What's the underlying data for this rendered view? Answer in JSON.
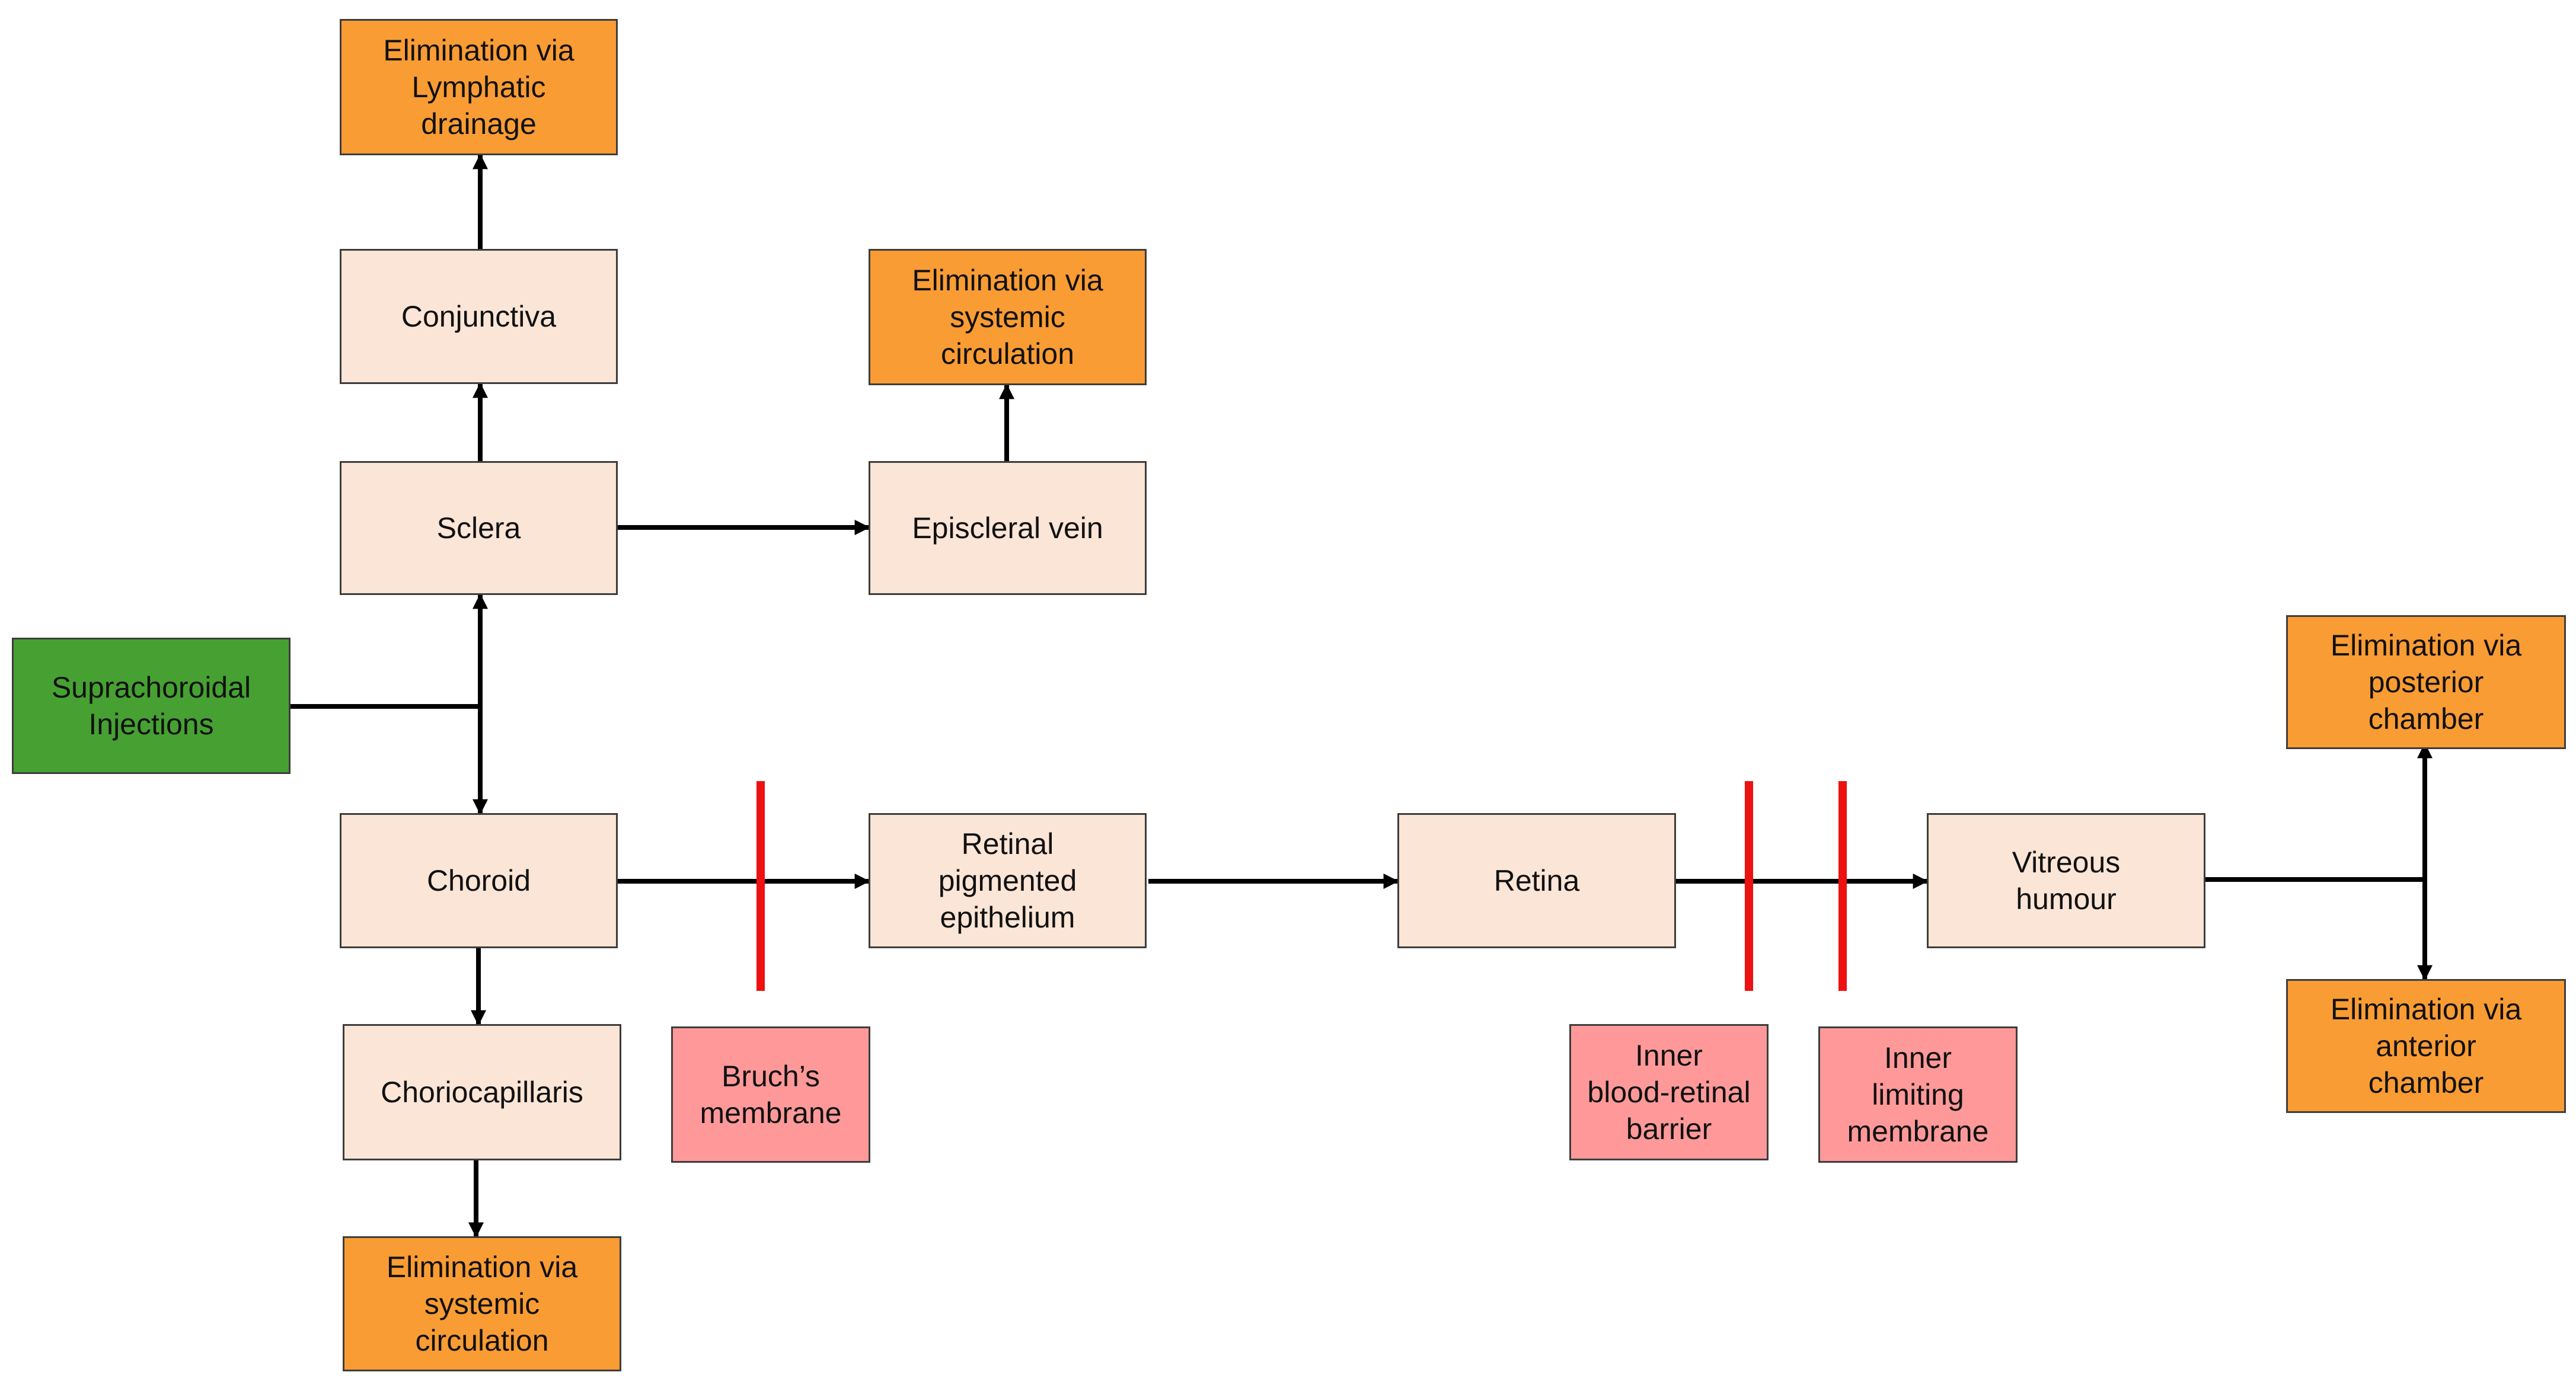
{
  "colors": {
    "tissue": "#fbe5d6",
    "elimination": "#f99c34",
    "injection": "#46a132",
    "barrier_label": "#ff9999",
    "barrier_line": "#ee1111",
    "arrow": "#000000"
  },
  "nodes": {
    "injection": "Suprachoroidal\nInjections",
    "sclera": "Sclera",
    "conjunctiva": "Conjunctiva",
    "elim_lymphatic": "Elimination via\nLymphatic\ndrainage",
    "episcleral_vein": "Episcleral vein",
    "elim_systemic_top": "Elimination via\nsystemic\ncirculation",
    "choroid": "Choroid",
    "choriocapillaris": "Choriocapillaris",
    "elim_systemic_bottom": "Elimination via\nsystemic\ncirculation",
    "rpe": "Retinal\npigmented\nepithelium",
    "retina": "Retina",
    "vitreous": "Vitreous\nhumour",
    "elim_posterior": "Elimination via\nposterior\nchamber",
    "elim_anterior": "Elimination via\nanterior\nchamber"
  },
  "barriers": {
    "bruchs": "Bruch’s\nmembrane",
    "inner_brb": "Inner\nblood-retinal\nbarrier",
    "ilm": "Inner\nlimiting\nmembrane"
  },
  "edges": [
    {
      "from": "injection",
      "to": "sclera"
    },
    {
      "from": "injection",
      "to": "choroid"
    },
    {
      "from": "sclera",
      "to": "conjunctiva"
    },
    {
      "from": "conjunctiva",
      "to": "elim_lymphatic"
    },
    {
      "from": "sclera",
      "to": "episcleral_vein"
    },
    {
      "from": "episcleral_vein",
      "to": "elim_systemic_top"
    },
    {
      "from": "choroid",
      "to": "choriocapillaris"
    },
    {
      "from": "choriocapillaris",
      "to": "elim_systemic_bottom"
    },
    {
      "from": "choroid",
      "to": "rpe",
      "crosses": [
        "bruchs"
      ]
    },
    {
      "from": "rpe",
      "to": "retina"
    },
    {
      "from": "retina",
      "to": "vitreous",
      "crosses": [
        "inner_brb",
        "ilm"
      ]
    },
    {
      "from": "vitreous",
      "to": "elim_posterior"
    },
    {
      "from": "vitreous",
      "to": "elim_anterior"
    }
  ]
}
